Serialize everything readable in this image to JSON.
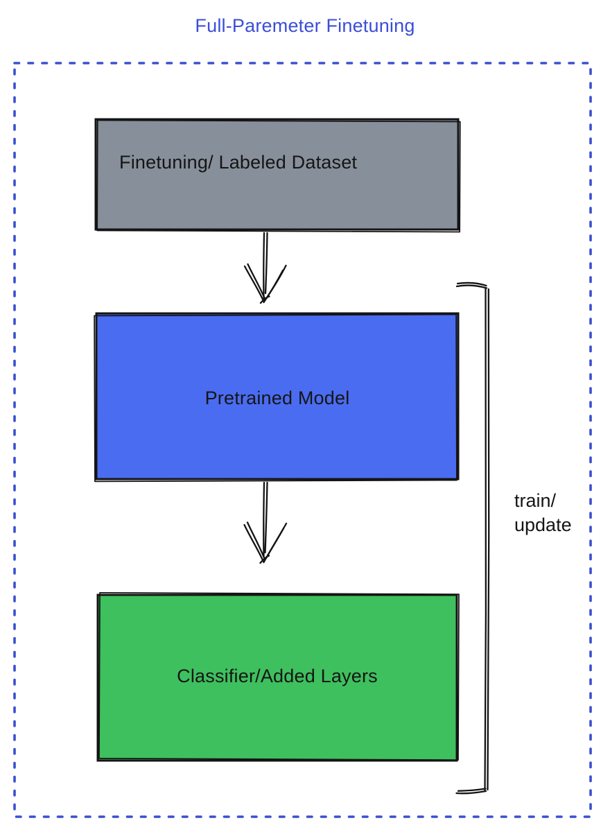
{
  "title": {
    "text": "Full-Paremeter Finetuning"
  },
  "colors": {
    "title": "#3b4ed8",
    "dashed_border": "#3a50cf",
    "stroke": "#141414",
    "box_dataset_fill": "#878f9a",
    "box_pretrained_fill": "#4a6cf0",
    "box_classifier_fill": "#3ec05e"
  },
  "boxes": [
    {
      "id": "dataset",
      "label": "Finetuning/ Labeled Dataset"
    },
    {
      "id": "pretrained",
      "label": "Pretrained Model"
    },
    {
      "id": "classifier",
      "label": "Classifier/Added Layers"
    }
  ],
  "bracket": {
    "line1": "train/",
    "line2": "update"
  },
  "diagram": {
    "type": "flowchart",
    "edges": [
      {
        "from": "dataset",
        "to": "pretrained",
        "style": "arrow-down"
      },
      {
        "from": "pretrained",
        "to": "classifier",
        "style": "arrow-down"
      },
      {
        "spans": [
          "pretrained",
          "classifier"
        ],
        "style": "right-bracket",
        "label": "train/ update"
      }
    ]
  }
}
